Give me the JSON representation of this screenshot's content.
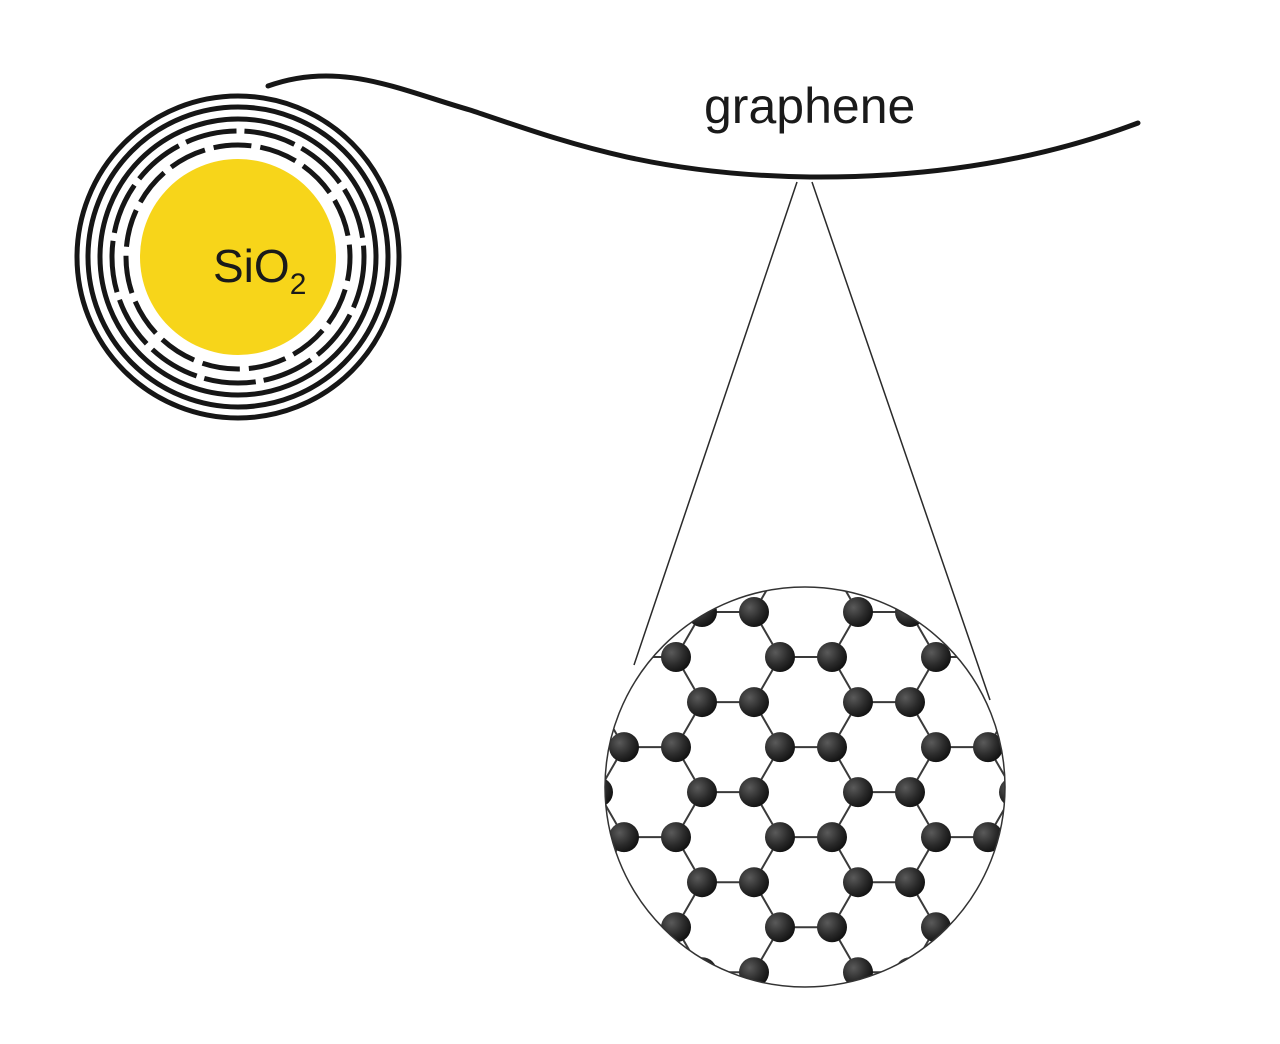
{
  "labels": {
    "core_label": "SiO",
    "core_subscript": "2",
    "sheet_label": "graphene"
  },
  "colors": {
    "core": "#F7D51A",
    "sheet": "#161616",
    "atom": "#2b2b2b",
    "bond": "#3a3a3a",
    "background": "#ffffff"
  }
}
